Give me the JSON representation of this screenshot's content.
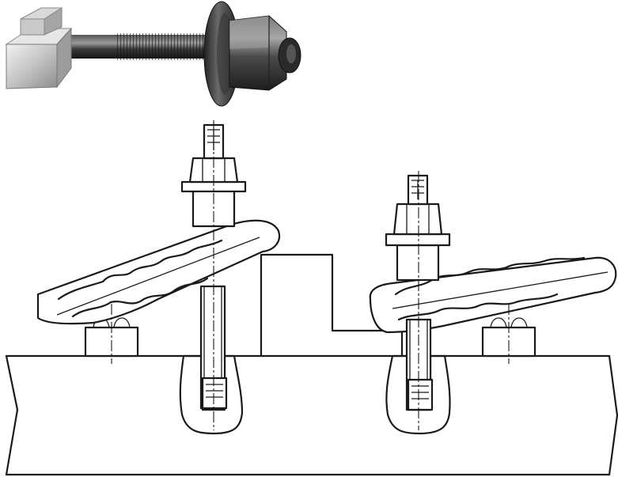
{
  "figure": {
    "photo": {
      "subject": "t-slot-bolt-with-nut-and-washer"
    },
    "drawing": {
      "subject": "step-clamp-assembly-cross-section",
      "clamps": [
        "left-clamp",
        "right-clamp"
      ]
    }
  },
  "colors": {
    "line": "#1a1a1a",
    "background": "#ffffff",
    "metal_dark": "#2b2b2b",
    "metal_light": "#bfbfbf"
  }
}
